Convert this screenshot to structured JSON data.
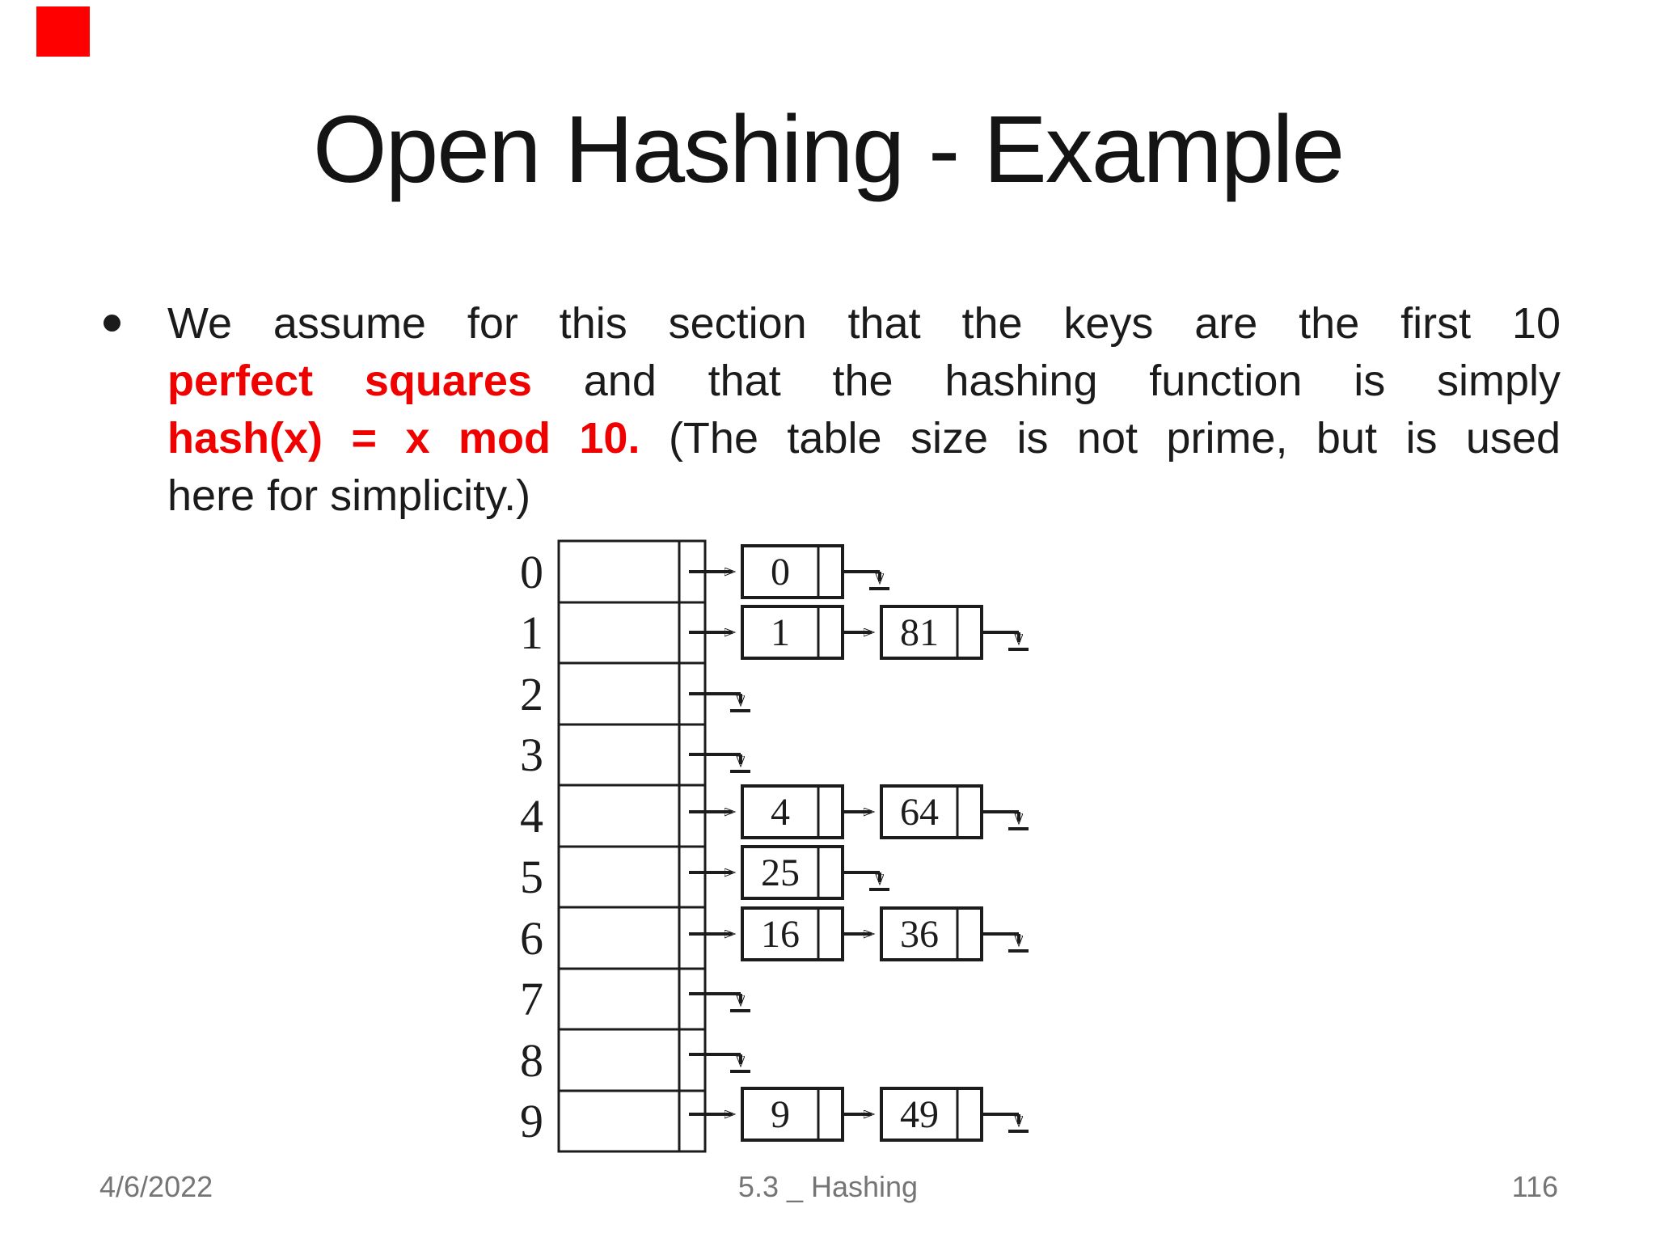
{
  "slide": {
    "title": "Open Hashing - Example"
  },
  "bullet": {
    "line1": "We assume for this section that the keys are the first 10",
    "line2_red": "perfect squares",
    "line2_rest": " and that the hashing function is simply",
    "line3_red": "hash(x) = x mod 10.",
    "line3_rest": " (The table size is not prime, but is used",
    "line4": "here for simplicity.)"
  },
  "diagram": {
    "description": "open hashing table with separate chaining, 10 buckets",
    "buckets": [
      {
        "label": "0",
        "chain": [
          "0"
        ]
      },
      {
        "label": "1",
        "chain": [
          "1",
          "81"
        ]
      },
      {
        "label": "2",
        "chain": []
      },
      {
        "label": "3",
        "chain": []
      },
      {
        "label": "4",
        "chain": [
          "4",
          "64"
        ]
      },
      {
        "label": "5",
        "chain": [
          "25"
        ]
      },
      {
        "label": "6",
        "chain": [
          "16",
          "36"
        ]
      },
      {
        "label": "7",
        "chain": []
      },
      {
        "label": "8",
        "chain": []
      },
      {
        "label": "9",
        "chain": [
          "9",
          "49"
        ]
      }
    ]
  },
  "footer": {
    "date": "4/6/2022",
    "section": "5.3 _ Hashing",
    "page": "116"
  },
  "colors": {
    "emphasis_red": "#f10000",
    "marker_red": "#ff0000",
    "body_text": "#1b1b1b",
    "footer_gray": "#757575",
    "diagram_ink": "#1c1c1c"
  }
}
